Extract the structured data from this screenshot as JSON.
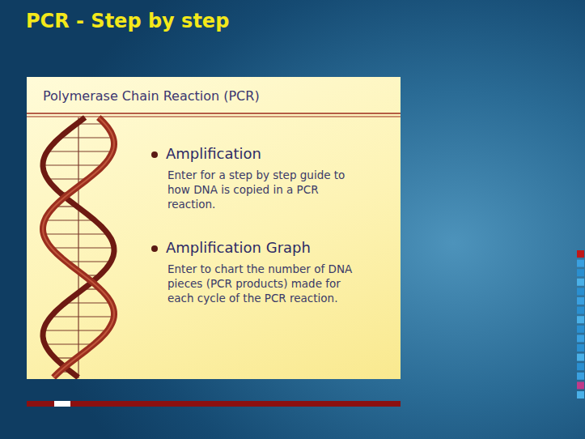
{
  "diagram": {
    "title": "PCR - Step by step",
    "nodes": [
      {
        "text": [
          "Polymerase Chain Reaction (PCR)"
        ]
      }
    ],
    "labels": [
      "Amplification",
      "Enter for a step by step guide to how DNA is copied in a PCR reaction.",
      "Amplification Graph",
      "Enter to chart the number of DNA pieces (PCR products) made for each cycle of the PCR reaction."
    ]
  }
}
